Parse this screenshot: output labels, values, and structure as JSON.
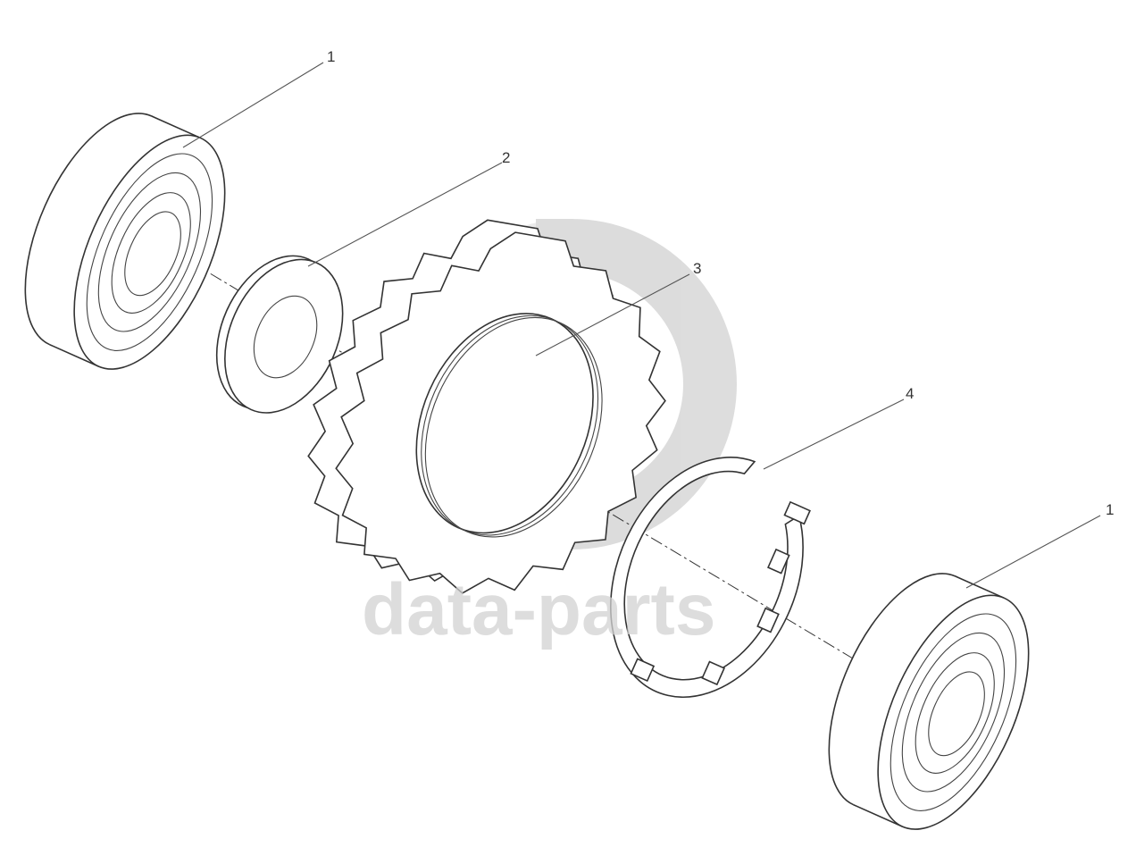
{
  "callouts": [
    {
      "id": "bearing-top",
      "label": "1"
    },
    {
      "id": "washer",
      "label": "2"
    },
    {
      "id": "gear",
      "label": "3"
    },
    {
      "id": "retaining-ring",
      "label": "4"
    },
    {
      "id": "bearing-bottom",
      "label": "1"
    }
  ],
  "watermark": {
    "text": "data-parts",
    "color": "#d7d7d7"
  },
  "colors": {
    "line": "#333333",
    "background": "#ffffff"
  }
}
